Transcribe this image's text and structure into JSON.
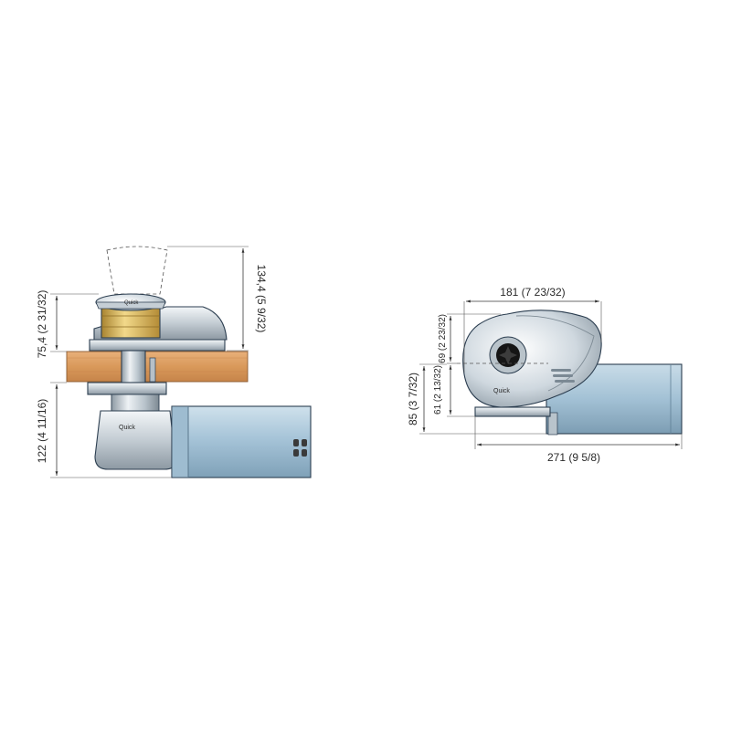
{
  "dimensions": {
    "side_view": {
      "total_height": "134,4 (5 9/32)",
      "above_deck": "75,4 (2 31/32)",
      "below_deck": "122 (4 11/16)"
    },
    "top_view": {
      "width_upper": "181 (7 23/32)",
      "width_total": "271 (9 5/8)",
      "height_69": "69 (2 23/32)",
      "height_61": "61 (2 13/32)",
      "height_85": "85 (3 7/32)"
    }
  },
  "colors": {
    "motor": "#a9c8dc",
    "housing": "#d4dde4",
    "deck": "#d9995a",
    "bronze": "#d9b450"
  }
}
